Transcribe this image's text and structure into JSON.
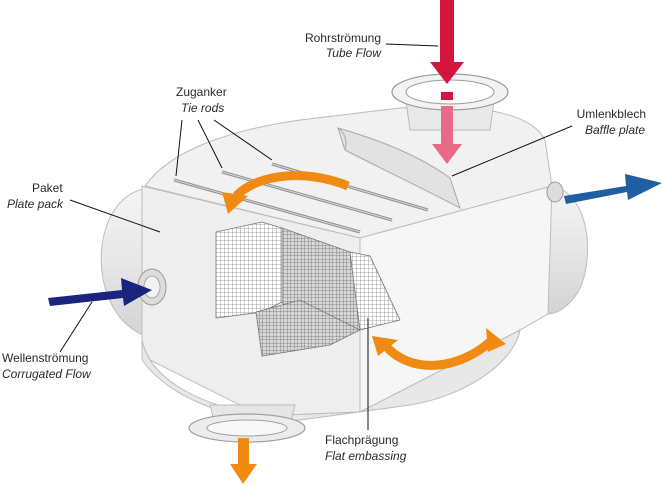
{
  "labels": {
    "tube_flow": {
      "de": "Rohrströmung",
      "en": "Tube Flow"
    },
    "tie_rods": {
      "de": "Zuganker",
      "en": "Tie rods"
    },
    "baffle_plate": {
      "de": "Umlenkblech",
      "en": "Baffle plate"
    },
    "plate_pack": {
      "de": "Paket",
      "en": "Plate pack"
    },
    "corrugated_flow": {
      "de": "Wellenströmung",
      "en": "Corrugated Flow"
    },
    "flat_embossing": {
      "de": "Flachprägung",
      "en": "Flat embassing"
    }
  },
  "colors": {
    "tube_flow_arrow": "#d4163c",
    "tube_flow_arrow_faded": "#e86a86",
    "corrugated_flow_arrow": "#1a237e",
    "outlet_blue_arrow": "#1f5fa0",
    "orange_flow_arrow": "#f08a12",
    "housing_fill": "#f2f2f2",
    "housing_stroke": "#b9b9b9",
    "mesh": "#8a8a8a"
  }
}
